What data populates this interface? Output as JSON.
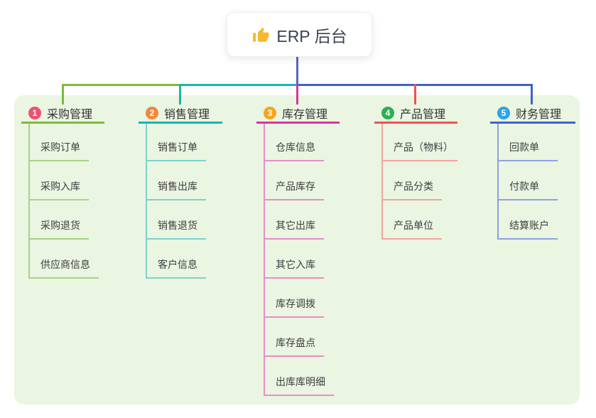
{
  "root": {
    "icon": "thumbs-up-icon",
    "icon_color": "#F5B82E",
    "title": "ERP 后台",
    "line_color": "#5B66C3"
  },
  "panel": {
    "background": "#EAF5E2"
  },
  "branches": [
    {
      "num": "1",
      "label": "采购管理",
      "badge_color": "#F0506E",
      "line_color": "#7CBB40",
      "light_color": "#A9D381",
      "children": [
        "采购订单",
        "采购入库",
        "采购退货",
        "供应商信息"
      ]
    },
    {
      "num": "2",
      "label": "销售管理",
      "badge_color": "#F1873C",
      "line_color": "#16B7B1",
      "light_color": "#7CD2CC",
      "children": [
        "销售订单",
        "销售出库",
        "销售退货",
        "客户信息"
      ]
    },
    {
      "num": "3",
      "label": "库存管理",
      "badge_color": "#F8A41E",
      "line_color": "#D4379E",
      "light_color": "#E78EC8",
      "children": [
        "仓库信息",
        "产品库存",
        "其它出库",
        "其它入库",
        "库存调拨",
        "库存盘点",
        "出库库明细"
      ]
    },
    {
      "num": "4",
      "label": "产品管理",
      "badge_color": "#2EB050",
      "line_color": "#EF5350",
      "light_color": "#F6A3A1",
      "children": [
        "产品（物料）",
        "产品分类",
        "产品单位"
      ]
    },
    {
      "num": "5",
      "label": "财务管理",
      "badge_color": "#2CA3E8",
      "line_color": "#3E63CB",
      "light_color": "#8DA2DF",
      "children": [
        "回款单",
        "付款单",
        "结算账户"
      ]
    }
  ]
}
